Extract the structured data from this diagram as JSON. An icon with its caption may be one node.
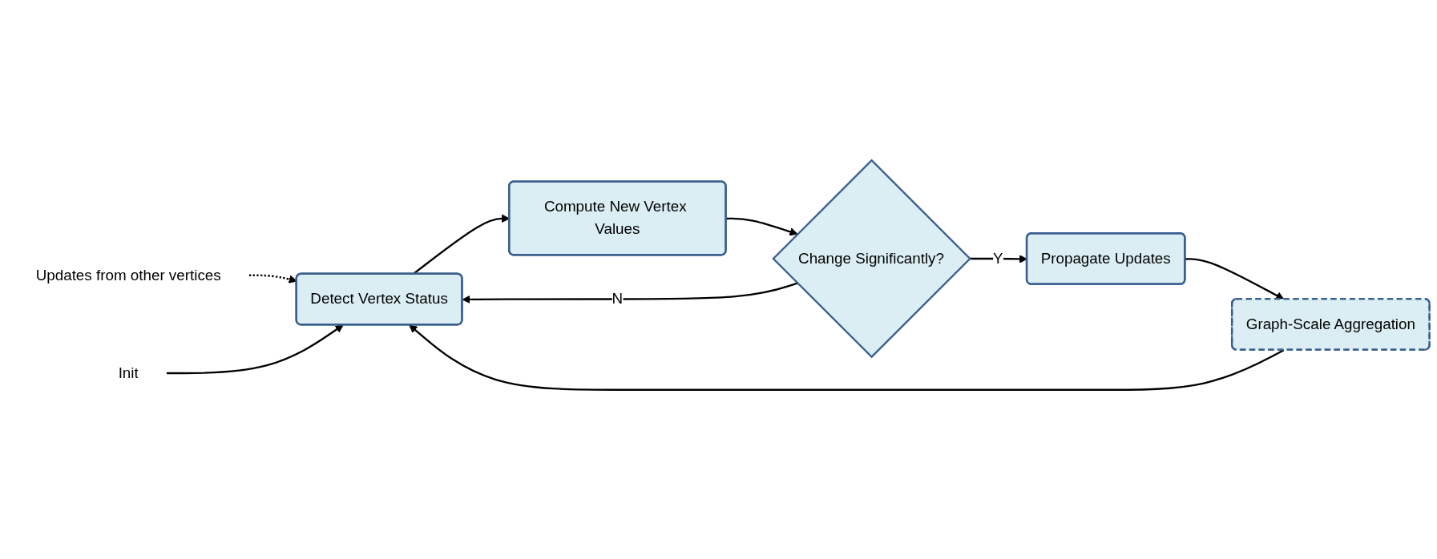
{
  "diagram": {
    "nodes": [
      {
        "text": [
          "Updates from other vertices"
        ]
      },
      {
        "text": [
          "Init"
        ]
      },
      {
        "text": [
          "Detect Vertex Status"
        ]
      },
      {
        "text": [
          "Compute New Vertex Values"
        ]
      },
      {
        "text": [
          "Change Significantly?"
        ]
      },
      {
        "text": [
          "Propagate Updates"
        ]
      },
      {
        "text": [
          "Graph-Scale Aggregation"
        ]
      }
    ],
    "edges": [
      {
        "from": 0,
        "to": 2,
        "arrow": "to",
        "style": "dashed"
      },
      {
        "from": 1,
        "to": 2,
        "arrow": "to"
      },
      {
        "from": 2,
        "to": 3,
        "arrow": "to"
      },
      {
        "from": 3,
        "to": 4,
        "arrow": "to"
      },
      {
        "from": 4,
        "to": 2,
        "arrow": "to",
        "label": "N"
      },
      {
        "from": 4,
        "to": 5,
        "arrow": "to",
        "label": "Y"
      },
      {
        "from": 5,
        "to": 6,
        "arrow": "to"
      },
      {
        "from": 6,
        "to": 2,
        "arrow": "to"
      }
    ]
  }
}
